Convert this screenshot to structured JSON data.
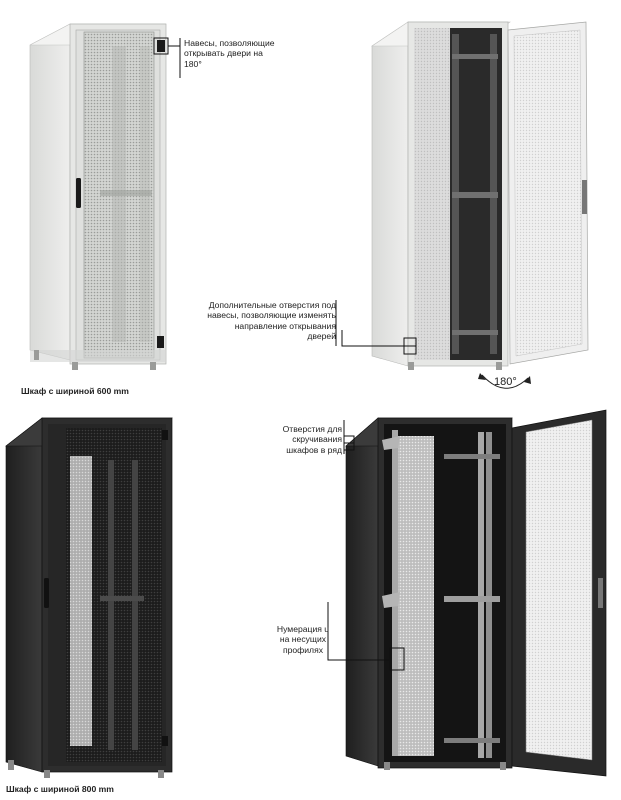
{
  "captions": {
    "cabinet_600": "Шкаф с шириной 600 mm",
    "cabinet_800": "Шкаф с шириной 800 mm"
  },
  "callouts": {
    "hinges": [
      "Навесы, позволяющие",
      "открывать двери на",
      "180°"
    ],
    "extra_holes": [
      "Дополнительные отверстия под",
      "навесы, позволяющие изменять",
      "направление открывания",
      "дверей"
    ],
    "joining_holes": [
      "Отверстия для",
      "скручивания",
      "шкафов в ряд"
    ],
    "u_numbering": [
      "Нумерация u",
      "на несущих",
      "профилях"
    ]
  },
  "door_swing_angle": "180°",
  "colors": {
    "light_cabinet": "#e4e5e3",
    "dark_cabinet": "#2d2d2d",
    "callout_line": "#111111"
  }
}
